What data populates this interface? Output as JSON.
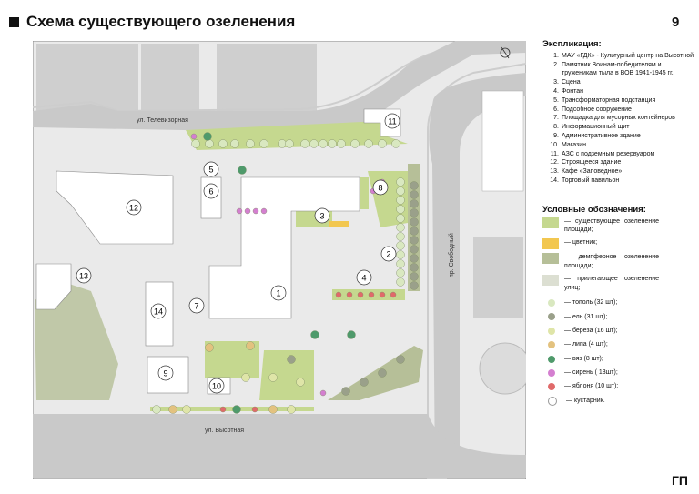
{
  "header": {
    "title": "Схема существующего озеленения",
    "page_number": "9",
    "footer_code": "ГП"
  },
  "map": {
    "streets": {
      "televizornaya": "ул. Телевизорная",
      "vysotnaya": "ул. Высотная",
      "svobodny": "пр. Свободный"
    },
    "markers": [
      "1",
      "2",
      "3",
      "4",
      "5",
      "6",
      "7",
      "8",
      "9",
      "10",
      "11",
      "12",
      "13",
      "14"
    ]
  },
  "explication": {
    "title": "Экспликация:",
    "items": [
      {
        "n": "1.",
        "text": "МАУ «ГДК» - Культурный центр на Высотной"
      },
      {
        "n": "2.",
        "text": "Памятник Воинам-победителям и труженикам тыла в ВОВ 1941-1945 гг."
      },
      {
        "n": "3.",
        "text": "Сцена"
      },
      {
        "n": "4.",
        "text": "Фонтан"
      },
      {
        "n": "5.",
        "text": "Трансформаторная подстанция"
      },
      {
        "n": "6.",
        "text": "Подсобное сооружение"
      },
      {
        "n": "7.",
        "text": "Площадка для мусорных контейнеров"
      },
      {
        "n": "8.",
        "text": "Информационный щит"
      },
      {
        "n": "9.",
        "text": "Административное здание"
      },
      {
        "n": "10.",
        "text": "Магазин"
      },
      {
        "n": "11.",
        "text": "АЗС с подземным резервуаром"
      },
      {
        "n": "12.",
        "text": "Строящееся здание"
      },
      {
        "n": "13.",
        "text": "Кафе «Заповедное»"
      },
      {
        "n": "14.",
        "text": "Торговый павильон"
      }
    ]
  },
  "legend": {
    "title": "Условные обозначения:",
    "areas": [
      {
        "text": "— существующее озеленение площади;",
        "color": "#c5d88f"
      },
      {
        "text": "— цветник;",
        "color": "#f2c750"
      },
      {
        "text": "— демпферное озеленение площади;",
        "color": "#b6bf98"
      },
      {
        "text": "— прилегающее озеленение улиц;",
        "color": "#dcdfd2"
      }
    ],
    "trees": [
      {
        "text": "— тополь (32 шт);",
        "color": "#d9e8c0"
      },
      {
        "text": "— ель (31 шт);",
        "color": "#9aa08a"
      },
      {
        "text": "— береза (16 шт);",
        "color": "#dfe5a8"
      },
      {
        "text": "— липа (4 шт);",
        "color": "#e3c27f"
      },
      {
        "text": "— вяз (8 шт);",
        "color": "#4f9a6b"
      },
      {
        "text": "— сирень ( 13шт);",
        "color": "#d47fd0"
      },
      {
        "text": "— яблоня (10 шт);",
        "color": "#e06a6a"
      },
      {
        "text": "— кустарник.",
        "color": "#ffffff"
      }
    ]
  }
}
